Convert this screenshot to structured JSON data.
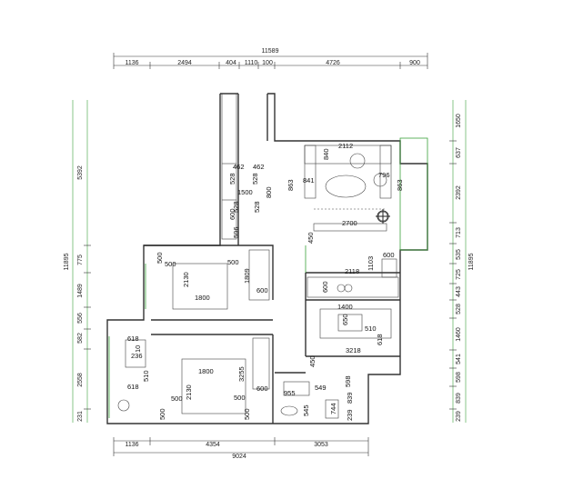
{
  "plan": {
    "top_total": "11589",
    "top_segments": [
      "1136",
      "2494",
      "404",
      "1110",
      "100",
      "4726",
      "900"
    ],
    "bottom_total": "9024",
    "bottom_segments": [
      "1136",
      "4354",
      "3053"
    ],
    "left_total": "11895",
    "left_segments": [
      "5392",
      "775",
      "1489",
      "556",
      "582",
      "2558",
      "231"
    ],
    "right_total": "11895",
    "right_segments": [
      "1650",
      "637",
      "2392",
      "713",
      "535",
      "725",
      "443",
      "528",
      "1460",
      "541",
      "598",
      "839",
      "239"
    ],
    "labels": [
      "2112",
      "840",
      "796",
      "462",
      "462",
      "528",
      "528",
      "841",
      "863",
      "863",
      "1500",
      "800",
      "528",
      "528",
      "600",
      "2700",
      "596",
      "450",
      "600",
      "1103",
      "2118",
      "600",
      "500",
      "500",
      "500",
      "2130",
      "1809",
      "1800",
      "600",
      "1400",
      "650",
      "510",
      "618",
      "3218",
      "618",
      "10",
      "618",
      "236",
      "510",
      "1800",
      "3255",
      "450",
      "598",
      "2130",
      "955",
      "549",
      "500",
      "500",
      "600",
      "545",
      "744",
      "239",
      "839",
      "500",
      "500"
    ]
  },
  "colors": {
    "wall": "#333333",
    "dimension_line": "#3aa13a",
    "text": "#222222"
  }
}
